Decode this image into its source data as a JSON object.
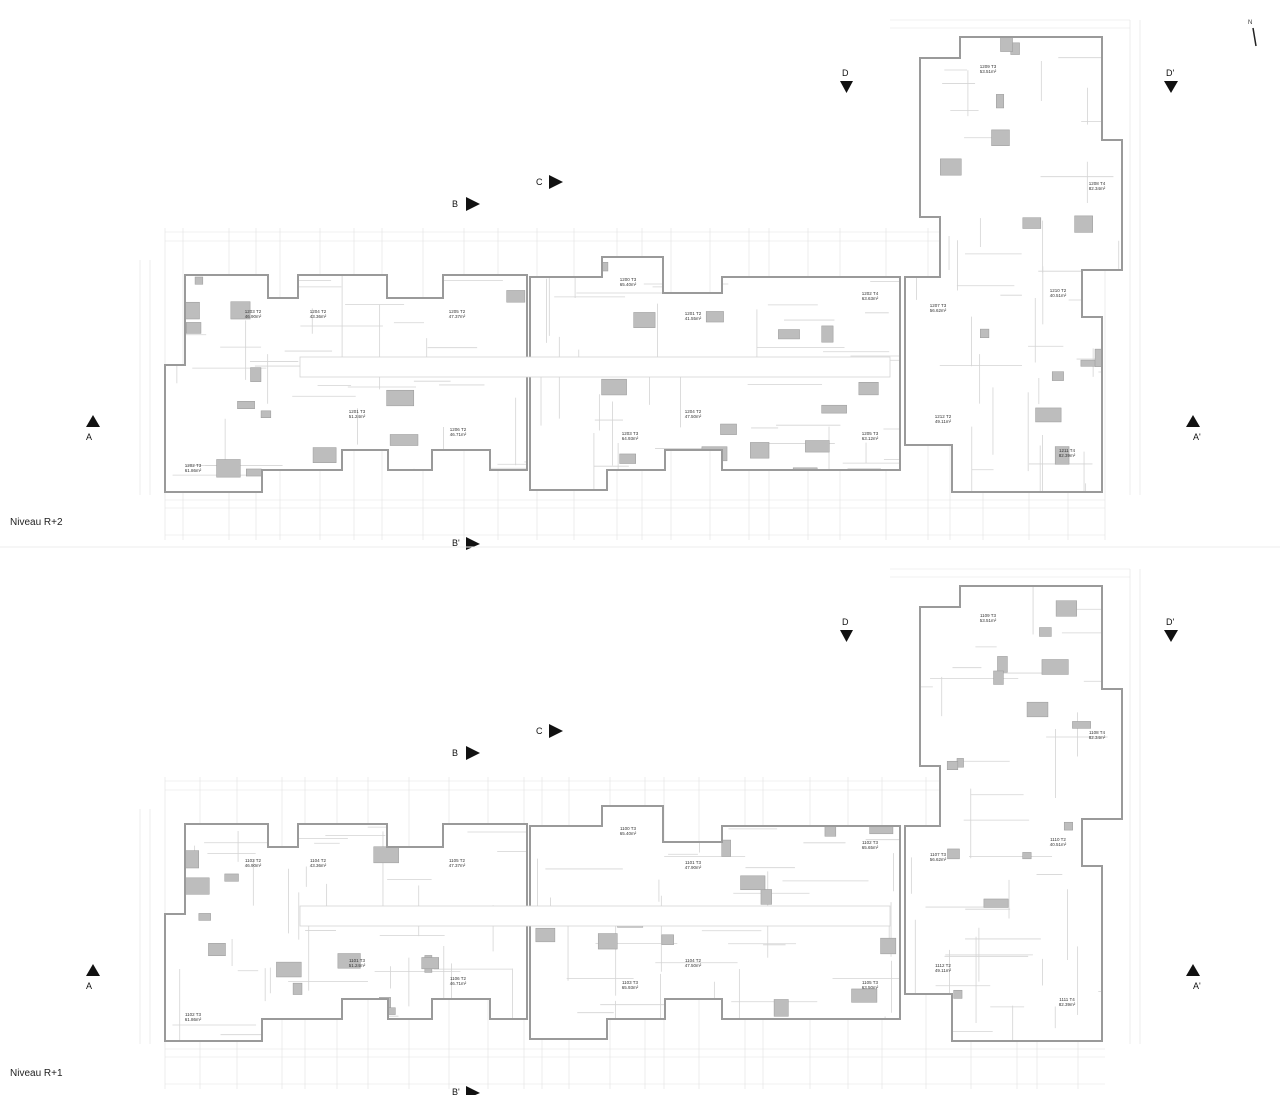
{
  "north_arrow": {
    "label": "N"
  },
  "section_markers": {
    "A": "A",
    "A_prime": "A'",
    "B": "B",
    "B_prime": "B'",
    "C": "C",
    "D": "D",
    "D_prime": "D'"
  },
  "levels": [
    {
      "label": "Niveau R+2",
      "units": [
        {
          "id": "1203",
          "type": "T2",
          "area": "46.90m²"
        },
        {
          "id": "1204",
          "type": "T2",
          "area": "43.36m²"
        },
        {
          "id": "1205",
          "type": "T2",
          "area": "47.37m²"
        },
        {
          "id": "1202",
          "type": "T3",
          "area": "61.86m²"
        },
        {
          "id": "1201",
          "type": "T3",
          "area": "51.24m²"
        },
        {
          "id": "1206",
          "type": "T2",
          "area": "46.71m²"
        },
        {
          "id": "1200",
          "type": "T3",
          "area": "65.40m²"
        },
        {
          "id": "1201",
          "type": "T2",
          "area": "41.55m²"
        },
        {
          "id": "1202",
          "type": "T4",
          "area": "63.63m²"
        },
        {
          "id": "1203",
          "type": "T3",
          "area": "64.93m²"
        },
        {
          "id": "1204",
          "type": "T2",
          "area": "47.50m²"
        },
        {
          "id": "1205",
          "type": "T3",
          "area": "63.12m²"
        },
        {
          "id": "1209",
          "type": "T3",
          "area": "53.51m²"
        },
        {
          "id": "1208",
          "type": "T4",
          "area": "82.34m²"
        },
        {
          "id": "1210",
          "type": "T2",
          "area": "40.51m²"
        },
        {
          "id": "1207",
          "type": "T3",
          "area": "56.62m²"
        },
        {
          "id": "1212",
          "type": "T2",
          "area": "49.11m²"
        },
        {
          "id": "1211",
          "type": "T4",
          "area": "82.39m²"
        }
      ]
    },
    {
      "label": "Niveau R+1",
      "units": [
        {
          "id": "1103",
          "type": "T2",
          "area": "46.90m²"
        },
        {
          "id": "1104",
          "type": "T2",
          "area": "43.36m²"
        },
        {
          "id": "1105",
          "type": "T2",
          "area": "47.37m²"
        },
        {
          "id": "1102",
          "type": "T3",
          "area": "61.86m²"
        },
        {
          "id": "1101",
          "type": "T3",
          "area": "51.24m²"
        },
        {
          "id": "1106",
          "type": "T2",
          "area": "46.71m²"
        },
        {
          "id": "1100",
          "type": "T3",
          "area": "65.40m²"
        },
        {
          "id": "1101",
          "type": "T3",
          "area": "47.90m²"
        },
        {
          "id": "1102",
          "type": "T3",
          "area": "65.65m²"
        },
        {
          "id": "1103",
          "type": "T3",
          "area": "65.93m²"
        },
        {
          "id": "1104",
          "type": "T2",
          "area": "47.50m²"
        },
        {
          "id": "1105",
          "type": "T3",
          "area": "63.50m²"
        },
        {
          "id": "1109",
          "type": "T3",
          "area": "53.51m²"
        },
        {
          "id": "1108",
          "type": "T4",
          "area": "82.34m²"
        },
        {
          "id": "1110",
          "type": "T2",
          "area": "40.51m²"
        },
        {
          "id": "1107",
          "type": "T3",
          "area": "56.62m²"
        },
        {
          "id": "1112",
          "type": "T2",
          "area": "49.11m²"
        },
        {
          "id": "1111",
          "type": "T4",
          "area": "82.39m²"
        }
      ]
    }
  ],
  "colors": {
    "wall": "#9a9a9a",
    "line": "#d4d4d4",
    "fixture": "#bdbdbd",
    "marker": "#111111"
  }
}
